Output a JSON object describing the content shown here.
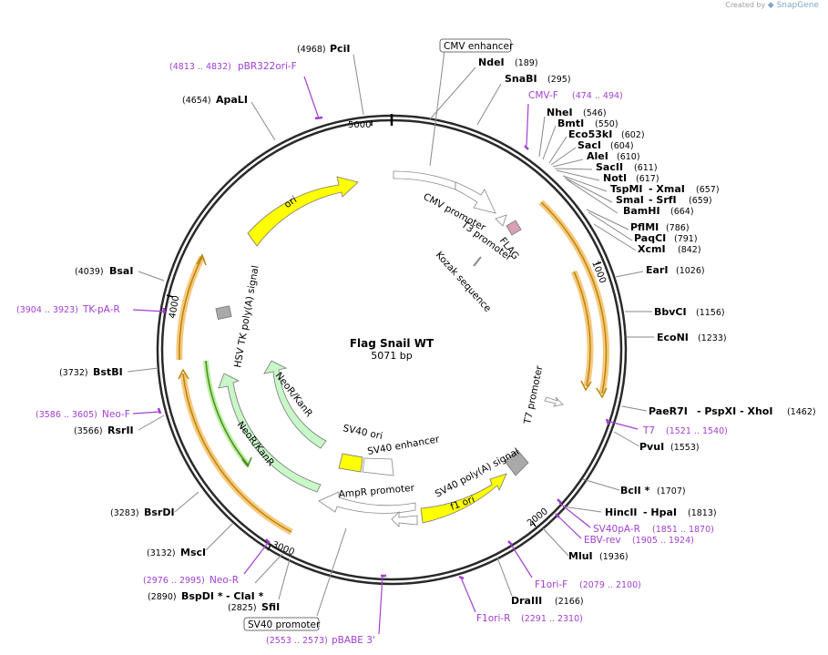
{
  "watermark": {
    "prefix": "Created by",
    "brand": "SnapGene"
  },
  "plasmid": {
    "name": "Flag Snail WT",
    "size": "5071 bp"
  },
  "ticks": [
    "1000",
    "2000",
    "3000",
    "4000",
    "5000"
  ],
  "enzymes": [
    {
      "name": "PciI",
      "pos": "(4968)"
    },
    {
      "name": "ApaLI",
      "pos": "(4654)"
    },
    {
      "name": "NdeI",
      "pos": "(189)"
    },
    {
      "name": "SnaBI",
      "pos": "(295)"
    },
    {
      "name": "NheI",
      "pos": "(546)"
    },
    {
      "name": "BmtI",
      "pos": "(550)"
    },
    {
      "name": "Eco53kI",
      "pos": "(602)"
    },
    {
      "name": "SacI",
      "pos": "(604)"
    },
    {
      "name": "AleI",
      "pos": "(610)"
    },
    {
      "name": "SacII",
      "pos": "(611)"
    },
    {
      "name": "NotI",
      "pos": "(617)"
    },
    {
      "name": "TspMI",
      "sep": "- XmaI",
      "pos": "(657)"
    },
    {
      "name": "SmaI",
      "sep": "- SrfI",
      "pos": "(659)"
    },
    {
      "name": "BamHI",
      "pos": "(664)"
    },
    {
      "name": "PflMI",
      "pos": "(786)"
    },
    {
      "name": "PaqCI",
      "pos": "(791)"
    },
    {
      "name": "XcmI",
      "pos": "(842)"
    },
    {
      "name": "EarI",
      "pos": "(1026)"
    },
    {
      "name": "BbvCI",
      "pos": "(1156)"
    },
    {
      "name": "EcoNI",
      "pos": "(1233)"
    },
    {
      "name": "PaeR7I",
      "sep": "- PspXI   - XhoI",
      "pos": "(1462)"
    },
    {
      "name": "PvuI",
      "pos": "(1553)"
    },
    {
      "name": "BclI *",
      "pos": "(1707)"
    },
    {
      "name": "HincII",
      "sep": "- HpaI",
      "pos": "(1813)"
    },
    {
      "name": "MluI",
      "pos": "(1936)"
    },
    {
      "name": "DraIII",
      "pos": "(2166)"
    },
    {
      "name": "SfiI",
      "pos": "(2825)"
    },
    {
      "name": "BspDI *",
      "sep": "- ClaI *",
      "pos": "(2890)"
    },
    {
      "name": "MscI",
      "pos": "(3132)"
    },
    {
      "name": "BsrDI",
      "pos": "(3283)"
    },
    {
      "name": "RsrII",
      "pos": "(3566)"
    },
    {
      "name": "BstBI",
      "pos": "(3732)"
    },
    {
      "name": "BsaI",
      "pos": "(4039)"
    }
  ],
  "primers": [
    {
      "name": "pBR322ori-F",
      "range": "(4813 .. 4832)"
    },
    {
      "name": "CMV-F",
      "range": "(474 .. 494)"
    },
    {
      "name": "T7",
      "range": "(1521 .. 1540)"
    },
    {
      "name": "SV40pA-R",
      "range": "(1851 .. 1870)"
    },
    {
      "name": "EBV-rev",
      "range": "(1905 .. 1924)"
    },
    {
      "name": "F1ori-F",
      "range": "(2079 .. 2100)"
    },
    {
      "name": "F1ori-R",
      "range": "(2291 .. 2310)"
    },
    {
      "name": "pBABE 3'",
      "range": "(2553 .. 2573)"
    },
    {
      "name": "Neo-R",
      "range": "(2976 .. 2995)"
    },
    {
      "name": "Neo-F",
      "range": "(3586 .. 3605)"
    },
    {
      "name": "TK-pA-R",
      "range": "(3904 .. 3923)"
    }
  ],
  "boxed_labels": {
    "cmv_enhancer": "CMV enhancer",
    "sv40_promoter": "SV40 promoter"
  },
  "features": {
    "ori": "ori",
    "cmv_promoter": "CMV promoter",
    "t3_promoter": "T3 promoter",
    "flag": "FLAG",
    "kozak": "Kozak sequence",
    "t7_promoter": "T7 promoter",
    "sv40_polya": "SV40 poly(A) signal",
    "f1_ori": "f1 ori",
    "ampr_promoter": "AmpR promoter",
    "sv40_enhancer": "SV40 enhancer",
    "sv40_ori": "SV40 ori",
    "neor_inner": "NeoR/KanR",
    "neor_outer": "NeoR/KanR",
    "hsv_tk": "HSV TK poly(A) signal"
  },
  "colors": {
    "backbone": "#2a2a2a",
    "enzyme_line": "#8a8a8a",
    "primer": "#a23fd1",
    "ori": "#ffff00",
    "neor": "#c8f7c8",
    "orf_highlight": "#f7c97e",
    "orf_arrow": "#b8860b",
    "flag": "#d9a0b8",
    "polya": "#a9a9a9"
  }
}
